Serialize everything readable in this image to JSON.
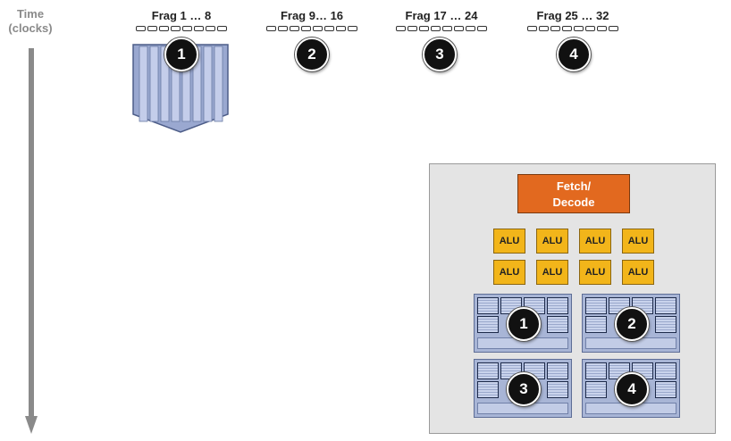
{
  "time_axis": {
    "line1": "Time",
    "line2": "(clocks)"
  },
  "fragment_groups": [
    {
      "label": "Frag 1 … 8",
      "badge": "1"
    },
    {
      "label": "Frag  9… 16",
      "badge": "2"
    },
    {
      "label": "Frag 17 … 24",
      "badge": "3"
    },
    {
      "label": "Frag 25 … 32",
      "badge": "4"
    }
  ],
  "core": {
    "fetch_decode": {
      "line1": "Fetch/",
      "line2": "Decode"
    },
    "alus": [
      "ALU",
      "ALU",
      "ALU",
      "ALU",
      "ALU",
      "ALU",
      "ALU",
      "ALU"
    ],
    "contexts": [
      "1",
      "2",
      "3",
      "4"
    ]
  },
  "colors": {
    "fetch": "#e2691f",
    "alu": "#f2b51a",
    "context": "#a8b5d6",
    "badge": "#111111",
    "axis": "#8a8a8a"
  }
}
